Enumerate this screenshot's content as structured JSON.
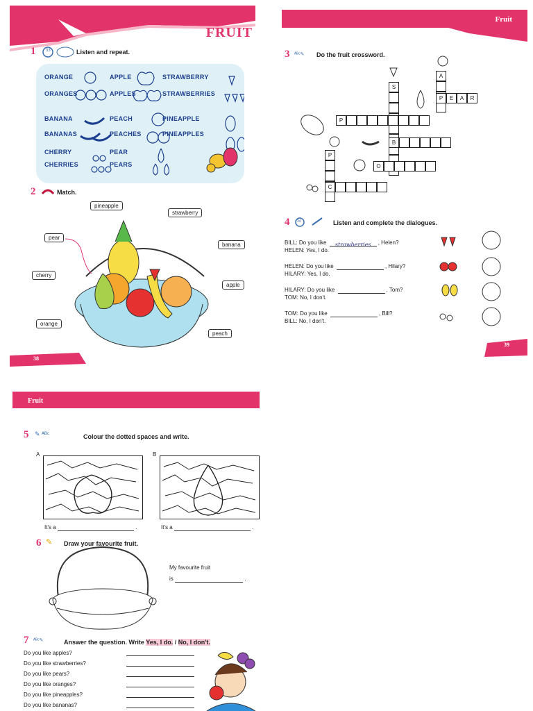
{
  "page38": {
    "title": "FRUIT",
    "page_number": "38",
    "ex1": {
      "number": "1",
      "track": "33",
      "instruction": "Listen and repeat.",
      "words": [
        [
          "ORANGE",
          "APPLE",
          "STRAWBERRY"
        ],
        [
          "ORANGES",
          "APPLES",
          "STRAWBERRIES"
        ],
        [
          "BANANA",
          "PEACH",
          "PINEAPPLE"
        ],
        [
          "BANANAS",
          "PEACHES",
          "PINEAPPLES"
        ],
        [
          "CHERRY",
          "PEAR",
          ""
        ],
        [
          "CHERRIES",
          "PEARS",
          ""
        ]
      ]
    },
    "ex2": {
      "number": "2",
      "instruction": "Match.",
      "tags": [
        "pineapple",
        "strawberry",
        "pear",
        "banana",
        "cherry",
        "apple",
        "orange",
        "peach"
      ]
    }
  },
  "page39": {
    "header": "Fruit",
    "page_number": "39",
    "ex3": {
      "number": "3",
      "instruction": "Do the fruit crossword.",
      "letters": [
        "A",
        "S",
        "P",
        "E",
        "A",
        "R",
        "P",
        "B",
        "P",
        "O",
        "C"
      ]
    },
    "ex4": {
      "number": "4",
      "track": "34",
      "instruction": "Listen and complete the dialogues.",
      "dialogues": [
        {
          "q_pre": "BILL: Do you like",
          "answer": "strawberries",
          "q_post": ", Helen?",
          "reply": "HELEN: Yes, I do."
        },
        {
          "q_pre": "HELEN: Do you like",
          "answer": "",
          "q_post": ", Hilary?",
          "reply": "HILARY: Yes, I do."
        },
        {
          "q_pre": "HILARY: Do you like",
          "answer": "",
          "q_post": ", Tom?",
          "reply": "TOM: No, I don't."
        },
        {
          "q_pre": "TOM: Do you like",
          "answer": "",
          "q_post": ", Bill?",
          "reply": "BILL: No, I don't."
        }
      ]
    }
  },
  "page40": {
    "header": "Fruit",
    "ex5": {
      "number": "5",
      "instruction": "Colour the dotted spaces and write.",
      "label_a": "A",
      "label_b": "B",
      "its_a": "It's a"
    },
    "ex6": {
      "number": "6",
      "instruction": "Draw your favourite fruit.",
      "line1": "My favourite fruit",
      "line2": "is"
    },
    "ex7": {
      "number": "7",
      "instruction_pre": "Answer the question. Write",
      "yes": "Yes, I do.",
      "sep": "/",
      "no": "No, I don't.",
      "questions": [
        "Do you like apples?",
        "Do you like strawberries?",
        "Do you like pears?",
        "Do you like oranges?",
        "Do you like pineapples?",
        "Do you like bananas?"
      ]
    }
  },
  "colors": {
    "accent": "#e2336b",
    "word_blue": "#1c3f8f",
    "panel_blue": "#dff1f7"
  }
}
